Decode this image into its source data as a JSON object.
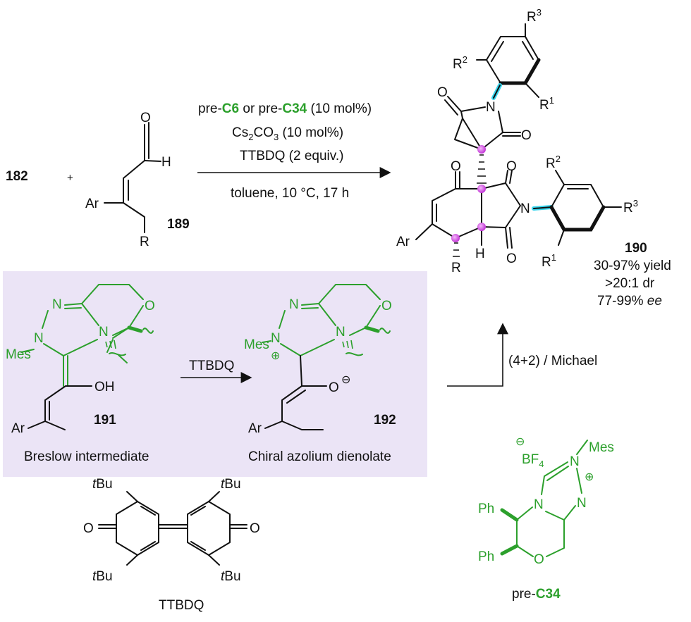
{
  "reaction": {
    "reactant1": "182",
    "plus": "+",
    "reactant2": "189",
    "cond_line1": {
      "a": "pre-",
      "b": "C6",
      "c": " or pre-",
      "d": "C34",
      "e": " (10 mol%)"
    },
    "cond_line2": {
      "a": "Cs",
      "b": "2",
      "c": "CO",
      "d": "3",
      "e": " (10 mol%)"
    },
    "cond_line3": "TTBDQ (2 equiv.)",
    "cond_line4": "toluene, 10 °C, 17 h",
    "product_label": "190",
    "yield": "30-97% yield",
    "dr": ">20:1 dr",
    "ee_value": "77-99% ",
    "ee_unit": "ee"
  },
  "atoms": {
    "O": "O",
    "H": "H",
    "N": "N",
    "Ar": "Ar",
    "R": "R",
    "R1": "R",
    "R1_sup": "1",
    "R2": "R",
    "R2_sup": "2",
    "R3": "R",
    "R3_sup": "3",
    "OH": "OH",
    "Mes": "Mes",
    "Ph": "Ph",
    "BF": "BF",
    "BF_sub": "4",
    "tBu_t": "t",
    "tBu_Bu": "Bu",
    "minus": "⊖",
    "plus": "⊕"
  },
  "mechanism": {
    "arrow_label": "TTBDQ",
    "int1_label": "191",
    "int1_name": "Breslow intermediate",
    "int2_label": "192",
    "int2_name": "Chiral azolium dienolate",
    "step_label": "(4+2) / Michael",
    "box_color": "#ebe4f6"
  },
  "catalyst": {
    "prefix": "pre-",
    "name": "C34"
  },
  "oxidant_name": "TTBDQ",
  "colors": {
    "green": "#2ca02c",
    "cyan": "#38d6ee",
    "magenta": "#d046e0",
    "box": "#ebe4f6"
  }
}
